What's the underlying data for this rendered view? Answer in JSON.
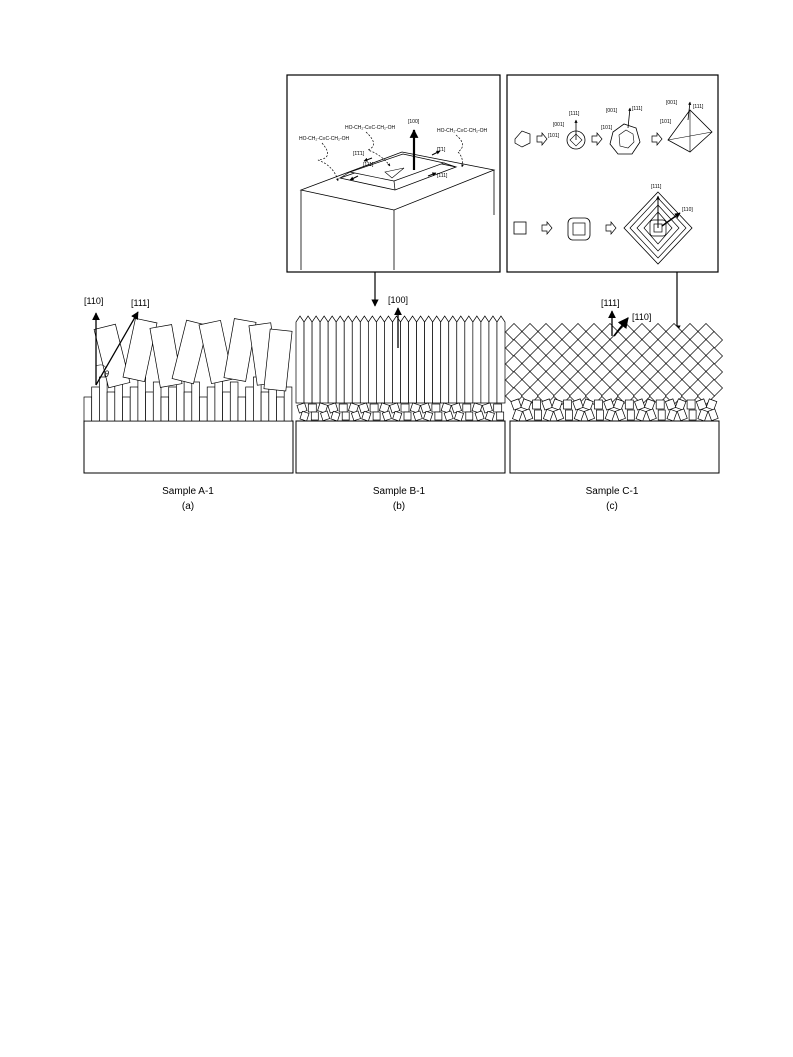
{
  "panel_a": {
    "sample_label": "Sample A-1",
    "letter": "(a)",
    "arrow_110": "[110]",
    "arrow_111": "[111]",
    "angle_symbol": "θ"
  },
  "panel_b": {
    "sample_label": "Sample B-1",
    "letter": "(b)",
    "arrow_100": "[100]",
    "inset": {
      "molecule": "HO-CH₂-C≡C-CH₂-OH",
      "dir_100": "[100]",
      "dir_111_bar": "[1̄1̄1]",
      "dir_111_bar2": "[̄1̄1]",
      "dir_111_a": "[111]",
      "dir_111_b": "[111]"
    }
  },
  "panel_c": {
    "sample_label": "Sample C-1",
    "letter": "(c)",
    "arrow_111": "[111]",
    "arrow_110": "[110]",
    "inset": {
      "dir_111": "[111]",
      "dir_001": "[001]",
      "dir_101": "[101]",
      "dir_110": "[110]"
    }
  }
}
